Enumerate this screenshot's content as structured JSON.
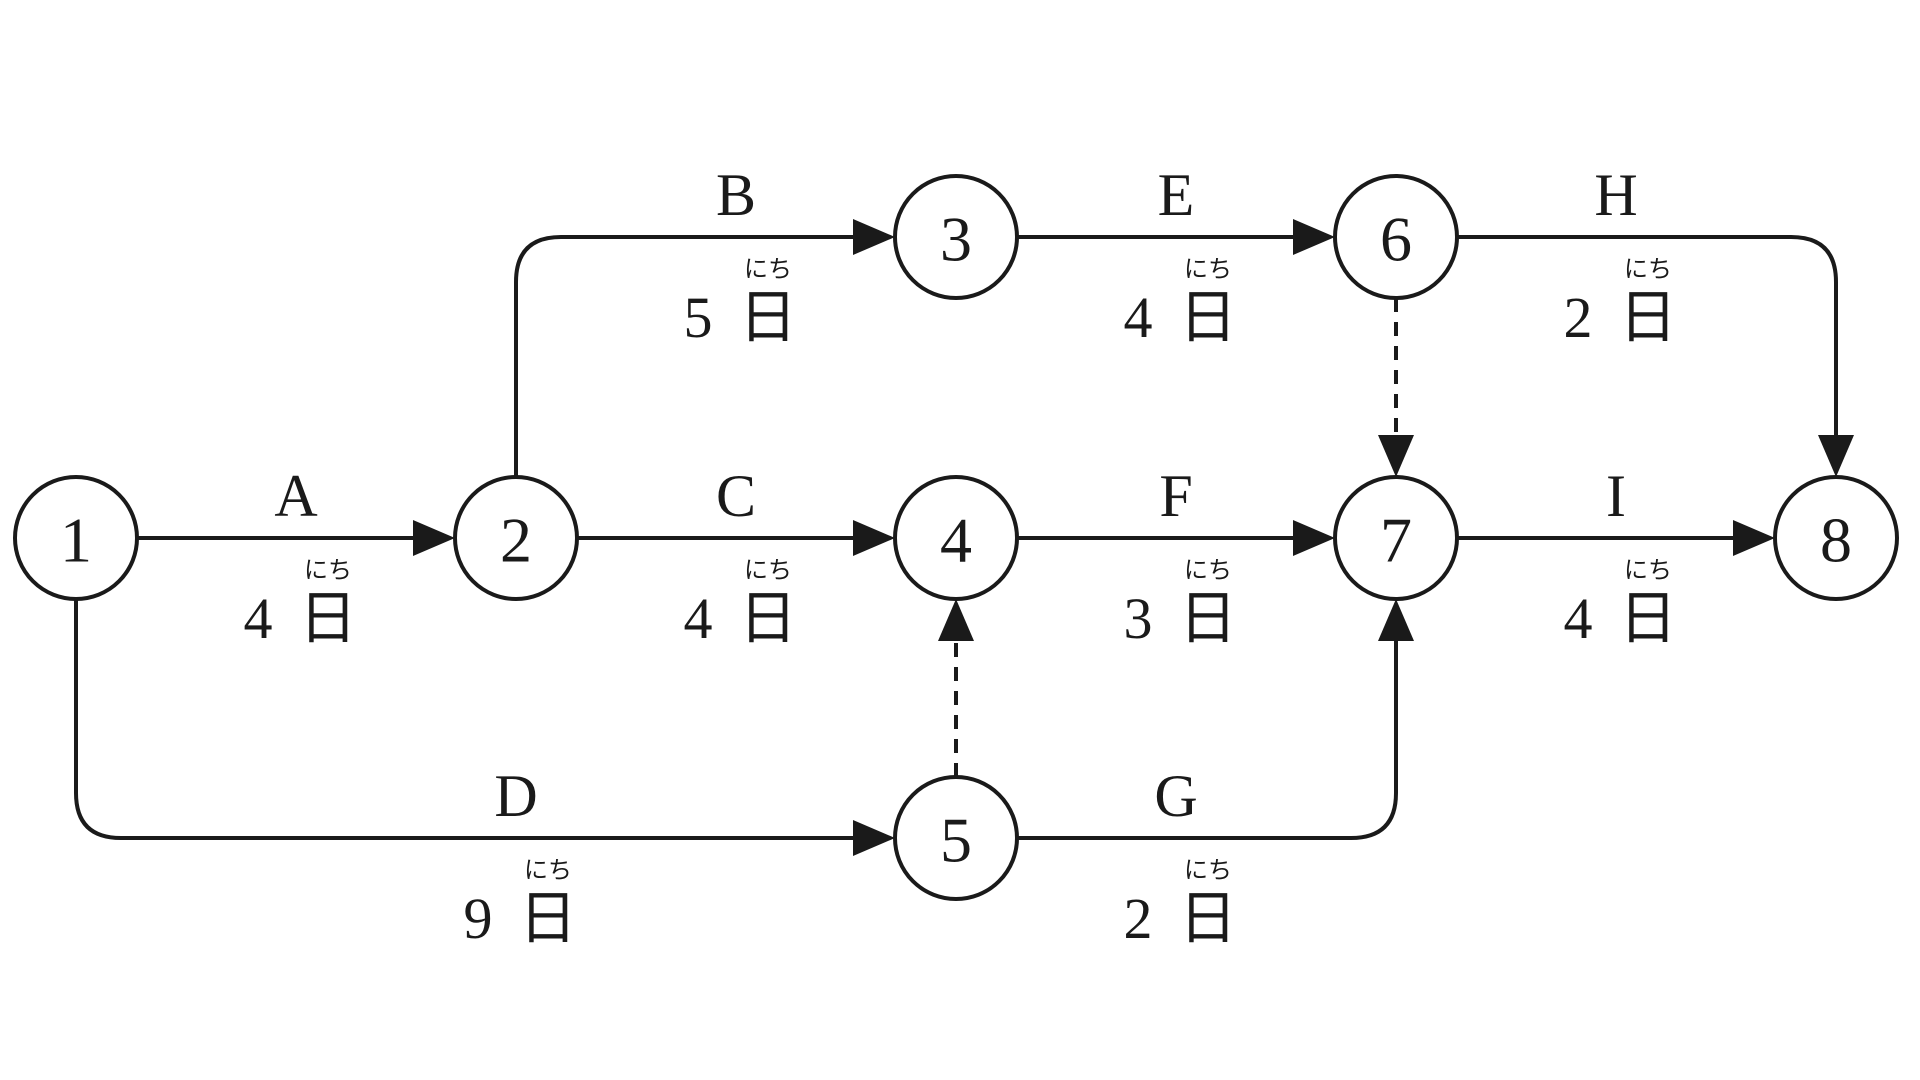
{
  "nodes": [
    {
      "id": "1",
      "label": "1"
    },
    {
      "id": "2",
      "label": "2"
    },
    {
      "id": "3",
      "label": "3"
    },
    {
      "id": "4",
      "label": "4"
    },
    {
      "id": "5",
      "label": "5"
    },
    {
      "id": "6",
      "label": "6"
    },
    {
      "id": "7",
      "label": "7"
    },
    {
      "id": "8",
      "label": "8"
    }
  ],
  "activities": [
    {
      "id": "A",
      "label": "A",
      "from": "1",
      "to": "2",
      "duration": "4",
      "unit": "日",
      "ruby": "にち"
    },
    {
      "id": "B",
      "label": "B",
      "from": "2",
      "to": "3",
      "duration": "5",
      "unit": "日",
      "ruby": "にち"
    },
    {
      "id": "C",
      "label": "C",
      "from": "2",
      "to": "4",
      "duration": "4",
      "unit": "日",
      "ruby": "にち"
    },
    {
      "id": "D",
      "label": "D",
      "from": "1",
      "to": "5",
      "duration": "9",
      "unit": "日",
      "ruby": "にち"
    },
    {
      "id": "E",
      "label": "E",
      "from": "3",
      "to": "6",
      "duration": "4",
      "unit": "日",
      "ruby": "にち"
    },
    {
      "id": "F",
      "label": "F",
      "from": "4",
      "to": "7",
      "duration": "3",
      "unit": "日",
      "ruby": "にち"
    },
    {
      "id": "G",
      "label": "G",
      "from": "5",
      "to": "7",
      "duration": "2",
      "unit": "日",
      "ruby": "にち"
    },
    {
      "id": "H",
      "label": "H",
      "from": "6",
      "to": "8",
      "duration": "2",
      "unit": "日",
      "ruby": "にち"
    },
    {
      "id": "I",
      "label": "I",
      "from": "7",
      "to": "8",
      "duration": "4",
      "unit": "日",
      "ruby": "にち"
    }
  ],
  "dummy_activities": [
    {
      "from": "5",
      "to": "4"
    },
    {
      "from": "6",
      "to": "7"
    }
  ],
  "colors": {
    "stroke": "#1a1a1a",
    "background": "#ffffff"
  }
}
